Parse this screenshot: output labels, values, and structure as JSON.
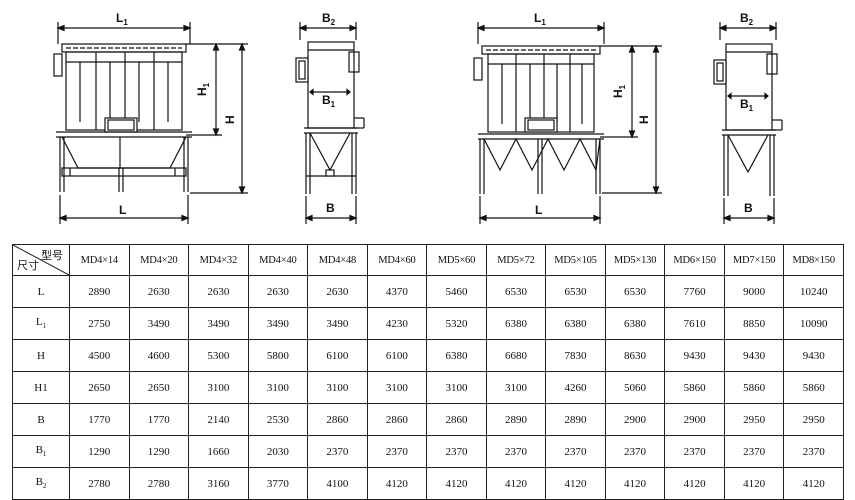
{
  "drawing_labels": {
    "L1": "L",
    "L1_sub": "1",
    "B2": "B",
    "B2_sub": "2",
    "H1": "H",
    "H1_sub": "1",
    "H": "H",
    "B1": "B",
    "B1_sub": "1",
    "L": "L",
    "B": "B"
  },
  "table": {
    "corner_top": "型号",
    "corner_bottom": "尺寸",
    "models": [
      "MD4×14",
      "MD4×20",
      "MD4×32",
      "MD4×40",
      "MD4×48",
      "MD4×60",
      "MD5×60",
      "MD5×72",
      "MD5×105",
      "MD5×130",
      "MD6×150",
      "MD7×150",
      "MD8×150"
    ],
    "rows": [
      {
        "label": "L",
        "sub": "",
        "values": [
          "2890",
          "2630",
          "2630",
          "2630",
          "2630",
          "4370",
          "5460",
          "6530",
          "6530",
          "6530",
          "7760",
          "9000",
          "10240"
        ]
      },
      {
        "label": "L",
        "sub": "1",
        "values": [
          "2750",
          "3490",
          "3490",
          "3490",
          "3490",
          "4230",
          "5320",
          "6380",
          "6380",
          "6380",
          "7610",
          "8850",
          "10090"
        ]
      },
      {
        "label": "H",
        "sub": "",
        "values": [
          "4500",
          "4600",
          "5300",
          "5800",
          "6100",
          "6100",
          "6380",
          "6680",
          "7830",
          "8630",
          "9430",
          "9430",
          "9430"
        ]
      },
      {
        "label": "H1",
        "sub": "",
        "values": [
          "2650",
          "2650",
          "3100",
          "3100",
          "3100",
          "3100",
          "3100",
          "3100",
          "4260",
          "5060",
          "5860",
          "5860",
          "5860"
        ]
      },
      {
        "label": "B",
        "sub": "",
        "values": [
          "1770",
          "1770",
          "2140",
          "2530",
          "2860",
          "2860",
          "2860",
          "2890",
          "2890",
          "2900",
          "2900",
          "2950",
          "2950"
        ]
      },
      {
        "label": "B",
        "sub": "1",
        "values": [
          "1290",
          "1290",
          "1660",
          "2030",
          "2370",
          "2370",
          "2370",
          "2370",
          "2370",
          "2370",
          "2370",
          "2370",
          "2370"
        ]
      },
      {
        "label": "B",
        "sub": "2",
        "values": [
          "2780",
          "2780",
          "3160",
          "3770",
          "4100",
          "4120",
          "4120",
          "4120",
          "4120",
          "4120",
          "4120",
          "4120",
          "4120"
        ]
      }
    ]
  }
}
